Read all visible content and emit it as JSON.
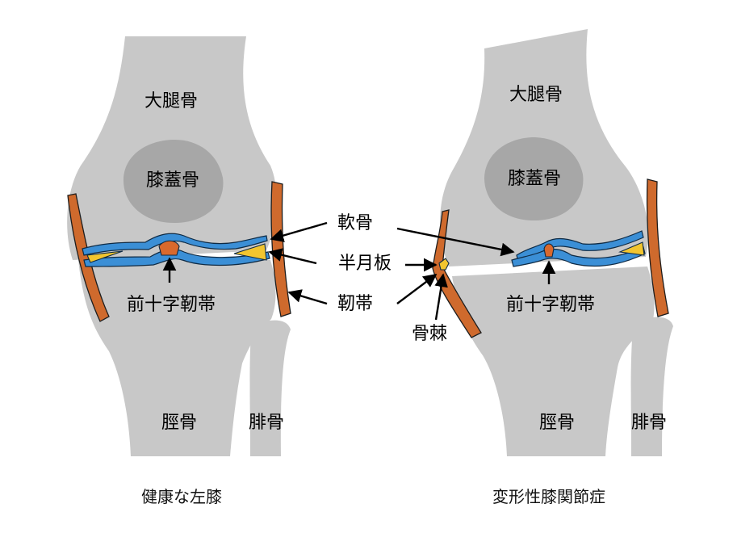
{
  "left_panel": {
    "caption": "健康な左膝",
    "labels": {
      "femur": "大腿骨",
      "patella": "膝蓋骨",
      "acl": "前十字靭帯",
      "tibia": "脛骨",
      "fibula": "腓骨"
    }
  },
  "right_panel": {
    "caption": "変形性膝関節症",
    "labels": {
      "femur": "大腿骨",
      "patella": "膝蓋骨",
      "acl": "前十字靭帯",
      "tibia": "脛骨",
      "fibula": "腓骨",
      "osteophyte": "骨棘"
    }
  },
  "center_labels": {
    "cartilage": "軟骨",
    "meniscus": "半月板",
    "ligament": "靭帯"
  },
  "colors": {
    "bone": "#c8c8c8",
    "patella": "#a7a7a7",
    "cartilage": "#3b8fd6",
    "meniscus": "#f2c52f",
    "ligament": "#cf6a2d"
  }
}
